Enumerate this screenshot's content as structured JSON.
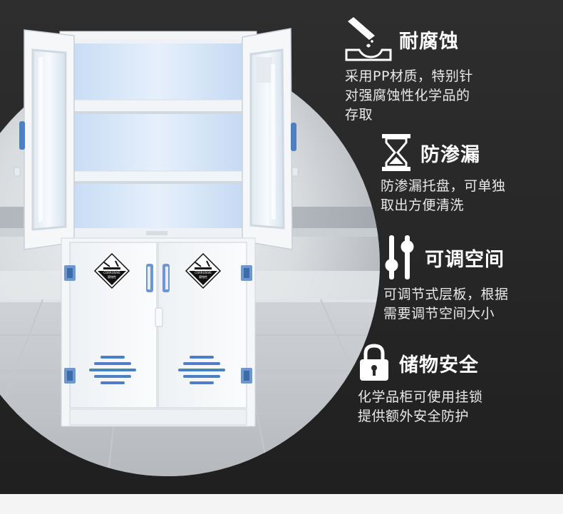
{
  "colors": {
    "background": "#2a2a2a",
    "cabinet": "#f4f6f8",
    "accent_blue": "#4d7fc4",
    "hinge_blue": "#6f97cf",
    "text": "#ffffff"
  },
  "cabinet": {
    "warning_label_text": "CORROSIVE",
    "warning_label_sub": "腐蚀性"
  },
  "features": [
    {
      "icon": "corrosion-icon",
      "title": "耐腐蚀",
      "desc_lines": [
        "采用PP材质，特别针",
        "对强腐蚀性化学品的",
        "存取"
      ]
    },
    {
      "icon": "hourglass-icon",
      "title": "防渗漏",
      "desc_lines": [
        "防渗漏托盘，可单独",
        "取出方便清洗"
      ]
    },
    {
      "icon": "adjust-slider-icon",
      "title": "可调空间",
      "desc_lines": [
        "可调节式层板，根据",
        "需要调节空间大小"
      ]
    },
    {
      "icon": "lock-icon",
      "title": "储物安全",
      "desc_lines": [
        "化学品柜可使用挂锁",
        "提供额外安全防护"
      ]
    }
  ]
}
